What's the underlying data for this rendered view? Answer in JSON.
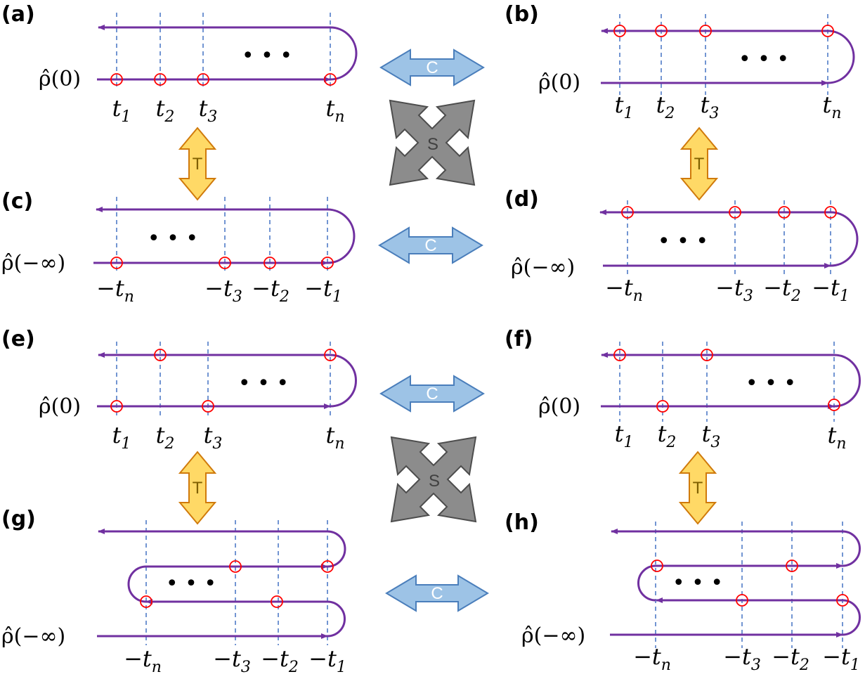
{
  "panel_labels": {
    "a": "(a)",
    "b": "(b)",
    "c": "(c)",
    "d": "(d)",
    "e": "(e)",
    "f": "(f)",
    "g": "(g)",
    "h": "(h)"
  },
  "initial_states": {
    "rho_zero": "ρ̂(0)",
    "rho_minus_inf": "ρ̂(−∞)"
  },
  "time_labels": {
    "forward": [
      "t1",
      "t2",
      "t3",
      "tn"
    ],
    "reversed": [
      "−tn",
      "−t3",
      "−t2",
      "−t1"
    ]
  },
  "ellipsis": "• • •",
  "transform_labels": {
    "conjugation": "C",
    "time_reversal": "T",
    "swap": "S"
  },
  "colors": {
    "contour": "#7030A0",
    "marker": "#FF0000",
    "dashed": "#4472C4",
    "c_arrow_fill": "#9DC3E6",
    "c_arrow_stroke": "#4A7EBB",
    "t_arrow_fill": "#FFD966",
    "t_arrow_stroke": "#D07A0B",
    "s_arrow_fill": "#8C8C8C",
    "s_arrow_stroke": "#4D4D4D"
  }
}
